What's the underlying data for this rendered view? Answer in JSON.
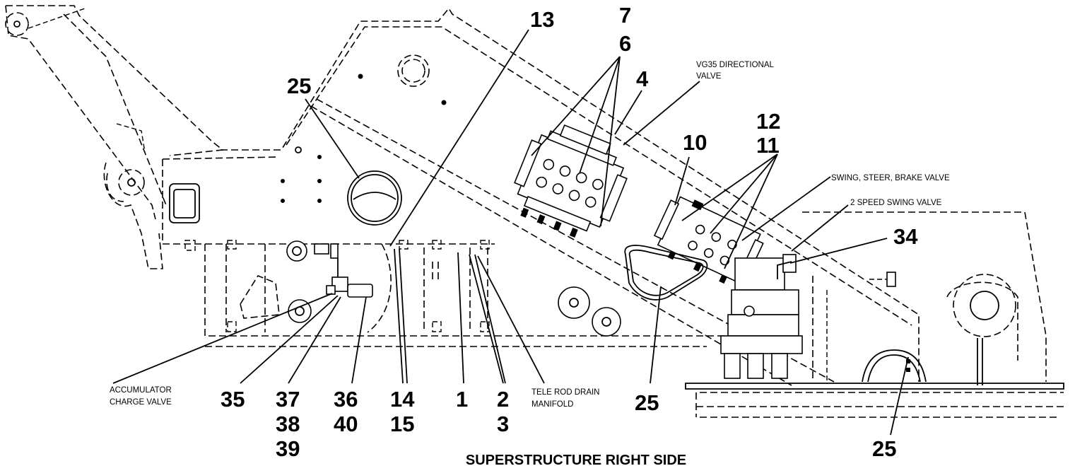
{
  "caption": "SUPERSTRUCTURE RIGHT SIDE",
  "callouts": {
    "c13": "13",
    "c7": "7",
    "c6": "6",
    "c4": "4",
    "c25_top": "25",
    "c12": "12",
    "c10": "10",
    "c11": "11",
    "c34": "34",
    "c35": "35",
    "c37": "37",
    "c38": "38",
    "c39": "39",
    "c36": "36",
    "c40": "40",
    "c14": "14",
    "c15": "15",
    "c1": "1",
    "c2": "2",
    "c3": "3",
    "c25_mid": "25",
    "c25_bottom": "25"
  },
  "notes": {
    "vg35_line1": "VG35 DIRECTIONAL",
    "vg35_line2": "VALVE",
    "swing_steer_brake": "SWING, STEER, BRAKE VALVE",
    "two_speed_swing": "2 SPEED SWING VALVE",
    "accumulator_line1": "ACCUMULATOR",
    "accumulator_line2": "CHARGE VALVE",
    "tele_rod_line1": "TELE ROD DRAIN",
    "tele_rod_line2": "MANIFOLD"
  }
}
